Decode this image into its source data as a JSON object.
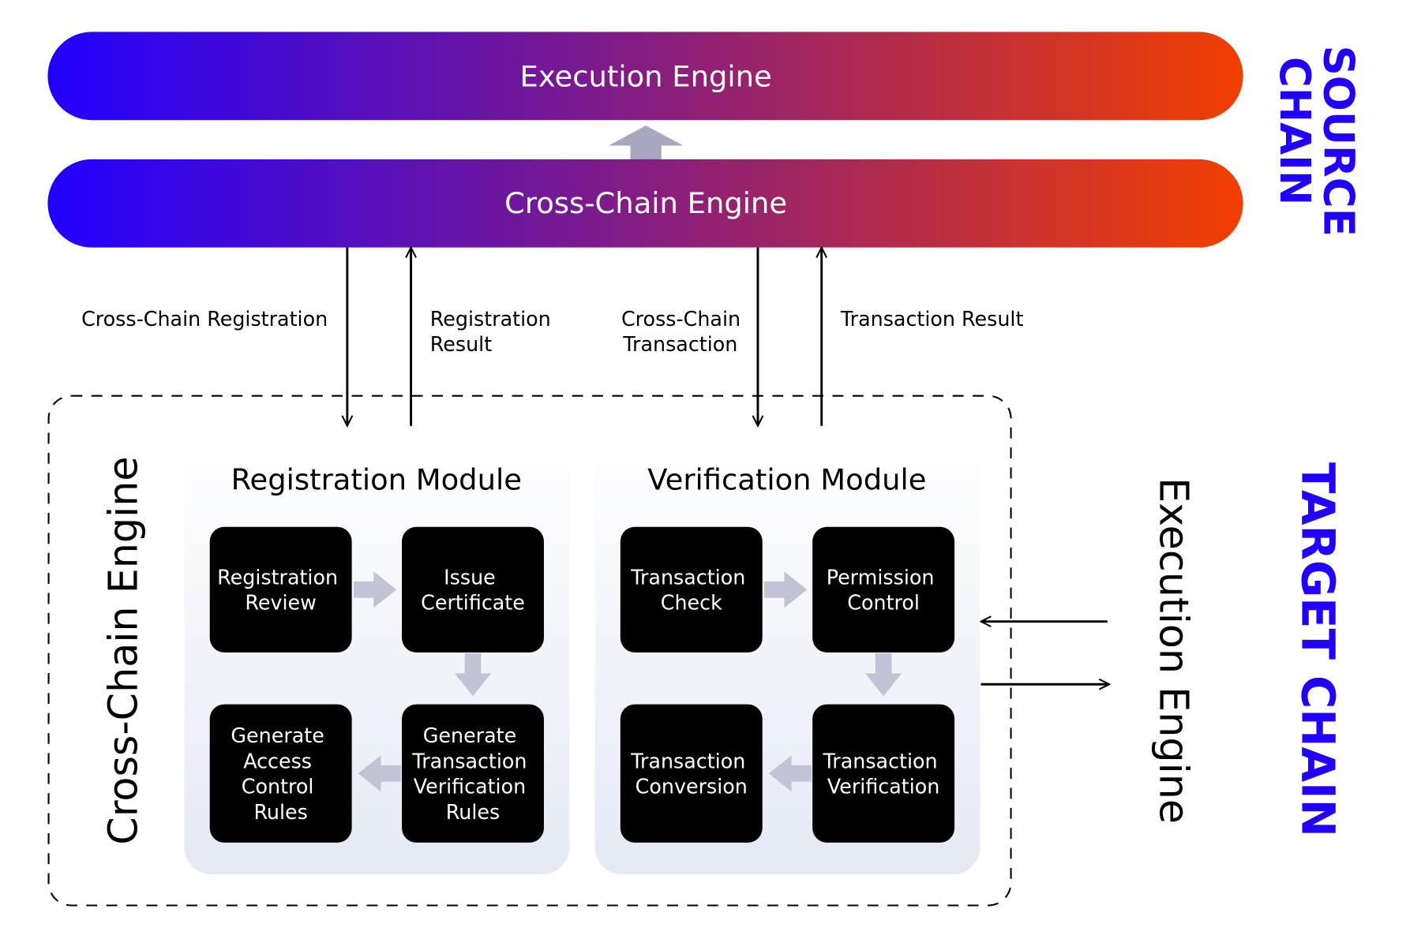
{
  "source_chain": {
    "label_lines": [
      "SOURCE",
      "CHAIN"
    ],
    "execution_engine": "Execution Engine",
    "cross_chain_engine": "Cross-Chain Engine"
  },
  "flows": {
    "registration": "Cross-Chain Registration",
    "registration_result": [
      "Registration",
      "Result"
    ],
    "transaction": [
      "Cross-Chain",
      "Transaction"
    ],
    "transaction_result": "Transaction Result"
  },
  "target_chain": {
    "label": "TARGET CHAIN",
    "cross_chain_engine": "Cross-Chain Engine",
    "execution_engine": "Execution Engine",
    "registration_module": {
      "title": "Registration Module",
      "steps": [
        [
          "Registration",
          "Review"
        ],
        [
          "Issue",
          "Certificate"
        ],
        [
          "Generate",
          "Transaction",
          "Verification",
          "Rules"
        ],
        [
          "Generate",
          "Access",
          "Control",
          "Rules"
        ]
      ]
    },
    "verification_module": {
      "title": "Verification Module",
      "steps": [
        [
          "Transaction",
          "Check"
        ],
        [
          "Permission",
          "Control"
        ],
        [
          "Transaction",
          "Verification"
        ],
        [
          "Transaction",
          "Conversion"
        ]
      ]
    }
  },
  "colors": {
    "gradient_start": "#2200ff",
    "gradient_end": "#f23f00",
    "step_box": "#000000",
    "step_arrow": "#c3c3d6",
    "module_bg_bottom": "#e5e9f4"
  }
}
